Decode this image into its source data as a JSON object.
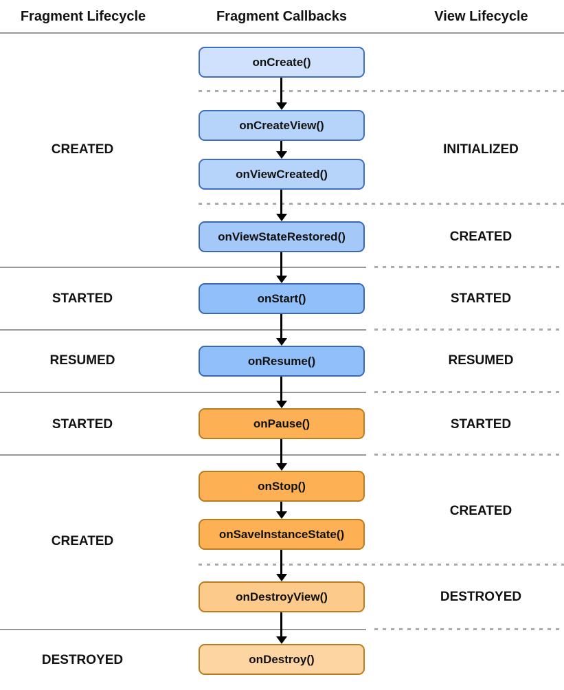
{
  "header": {
    "columns": [
      {
        "label": "Fragment Lifecycle"
      },
      {
        "label": "Fragment Callbacks"
      },
      {
        "label": "View Lifecycle"
      }
    ]
  },
  "callbacks": [
    {
      "label": "onCreate()",
      "fill": "#cfe1fc",
      "border": "#3f6dbf"
    },
    {
      "label": "onCreateView()",
      "fill": "#b6d3f9",
      "border": "#3f6dbf"
    },
    {
      "label": "onViewCreated()",
      "fill": "#b6d3f9",
      "border": "#3f6dbf"
    },
    {
      "label": "onViewStateRestored()",
      "fill": "#a4c8f8",
      "border": "#3b66b0"
    },
    {
      "label": "onStart()",
      "fill": "#90bff9",
      "border": "#3b66b0"
    },
    {
      "label": "onResume()",
      "fill": "#90bff9",
      "border": "#3b66b0"
    },
    {
      "label": "onPause()",
      "fill": "#fdb054",
      "border": "#b97c1e"
    },
    {
      "label": "onStop()",
      "fill": "#fdb054",
      "border": "#b97c1e"
    },
    {
      "label": "onSaveInstanceState()",
      "fill": "#fdb054",
      "border": "#b97c1e"
    },
    {
      "label": "onDestroyView()",
      "fill": "#fccb8b",
      "border": "#b97c1e"
    },
    {
      "label": "onDestroy()",
      "fill": "#fdd5a2",
      "border": "#b97c1e"
    }
  ],
  "fragment_states": [
    "CREATED",
    "STARTED",
    "RESUMED",
    "STARTED",
    "CREATED",
    "DESTROYED"
  ],
  "view_states": [
    "INITIALIZED",
    "CREATED",
    "STARTED",
    "RESUMED",
    "STARTED",
    "CREATED",
    "DESTROYED"
  ],
  "colors": {
    "solid_divider": "#979797",
    "dashed_divider": "#ababab",
    "arrow": "#000000",
    "text": "#111111",
    "background": "#ffffff"
  }
}
